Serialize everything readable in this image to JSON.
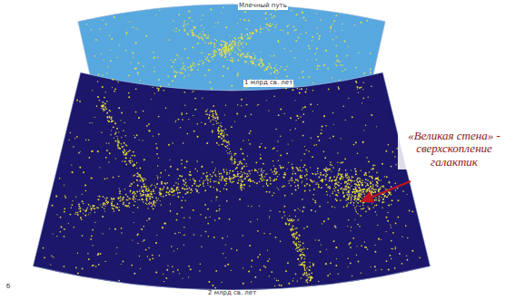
{
  "diagram": {
    "labels": [
      "Млечный путь",
      "1 млрд св. лет",
      "2 млрд св. лет",
      "б",
      "«Великая стена» - сверхскопление галактик"
    ]
  }
}
